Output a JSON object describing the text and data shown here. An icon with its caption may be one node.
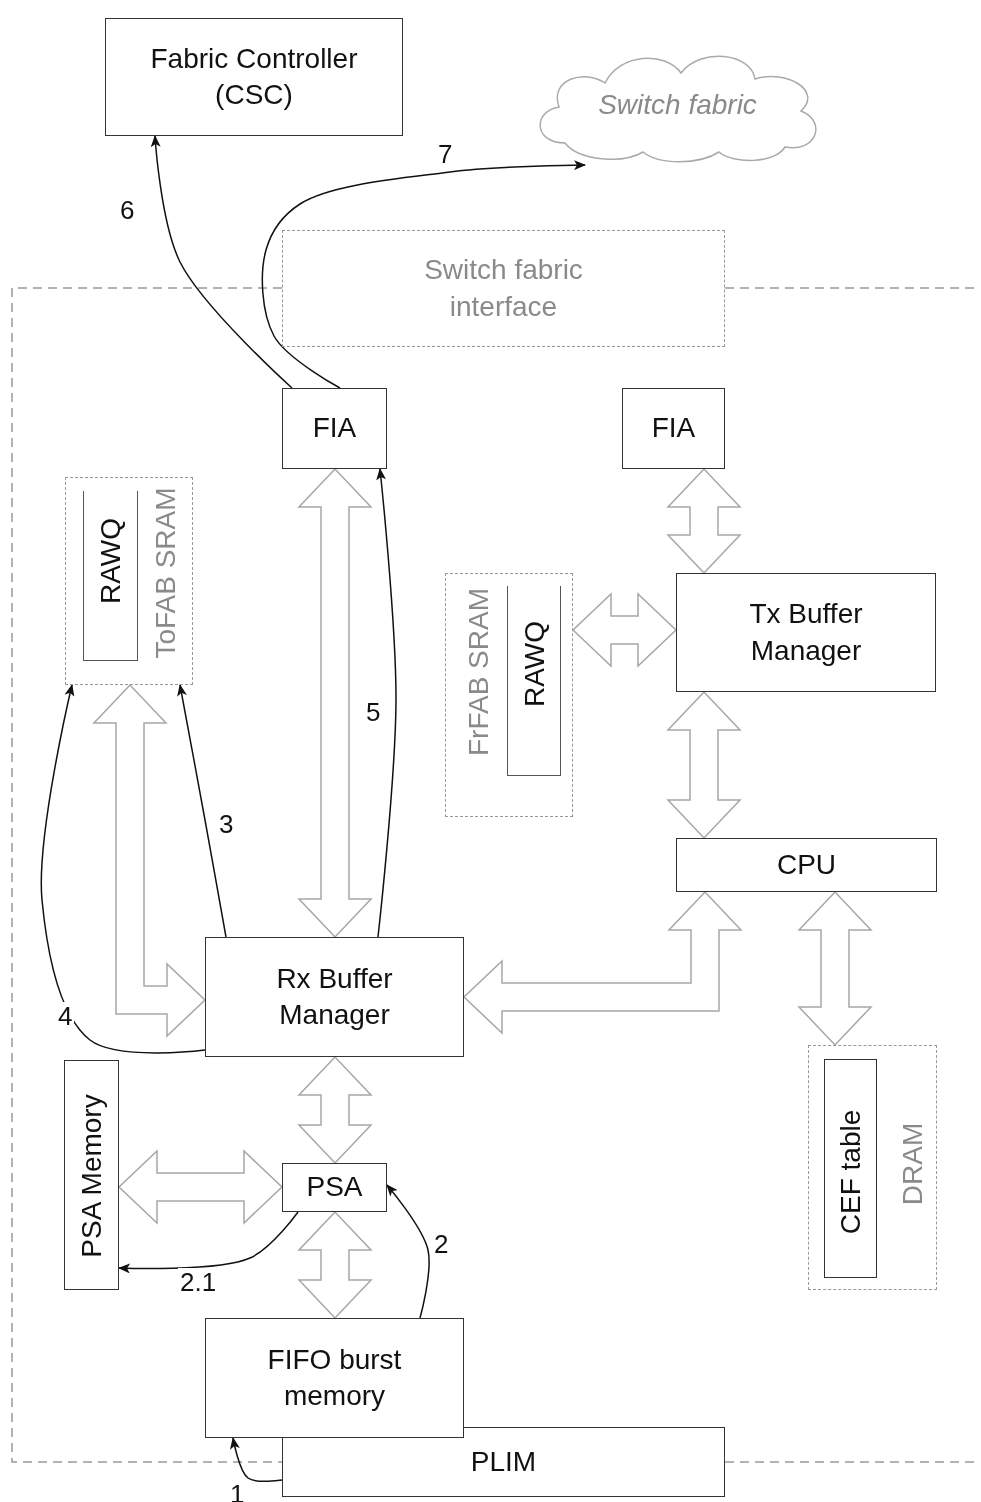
{
  "diagram": {
    "nodes": [
      {
        "text": [
          "Fabric Controller (CSC)"
        ]
      },
      {
        "text": [
          "Switch fabric"
        ]
      },
      {
        "text": [
          "Switch fabric interface"
        ]
      },
      {
        "text": [
          "FIA"
        ]
      },
      {
        "text": [
          "FIA"
        ]
      },
      {
        "text": [
          "ToFAB SRAM"
        ]
      },
      {
        "text": [
          "RAWQ"
        ],
        "in": 5
      },
      {
        "text": [
          "FrFAB SRAM"
        ]
      },
      {
        "text": [
          "RAWQ"
        ],
        "in": 7
      },
      {
        "text": [
          "Tx Buffer Manager"
        ]
      },
      {
        "text": [
          "CPU"
        ]
      },
      {
        "text": [
          "Rx Buffer Manager"
        ]
      },
      {
        "text": [
          "DRAM"
        ]
      },
      {
        "text": [
          "CEF table"
        ],
        "in": 12
      },
      {
        "text": [
          "PSA Memory"
        ]
      },
      {
        "text": [
          "PSA"
        ]
      },
      {
        "text": [
          "FIFO burst memory"
        ]
      },
      {
        "text": [
          "PLIM"
        ]
      }
    ],
    "edges": [
      {
        "from": 3,
        "to": 11,
        "arrow": "both",
        "style": "thick",
        "color": "#a6a6a6"
      },
      {
        "from": 4,
        "to": 9,
        "arrow": "both",
        "style": "thick",
        "color": "#a6a6a6"
      },
      {
        "from": 7,
        "to": 9,
        "arrow": "both",
        "style": "thick",
        "color": "#a6a6a6"
      },
      {
        "from": 9,
        "to": 10,
        "arrow": "both",
        "style": "thick",
        "color": "#a6a6a6"
      },
      {
        "from": 10,
        "to": 11,
        "arrow": "both",
        "style": "thick",
        "color": "#a6a6a6"
      },
      {
        "from": 10,
        "to": 12,
        "arrow": "both",
        "style": "thick",
        "color": "#a6a6a6"
      },
      {
        "from": 5,
        "to": 11,
        "arrow": "both",
        "style": "thick",
        "color": "#a6a6a6"
      },
      {
        "from": 11,
        "to": 15,
        "arrow": "both",
        "style": "thick",
        "color": "#a6a6a6"
      },
      {
        "from": 14,
        "to": 15,
        "arrow": "both",
        "style": "thick",
        "color": "#a6a6a6"
      },
      {
        "from": 15,
        "to": 16,
        "arrow": "both",
        "style": "thick",
        "color": "#a6a6a6"
      },
      {
        "from": 17,
        "to": 16,
        "arrow": "to",
        "label": "1"
      },
      {
        "from": 16,
        "to": 15,
        "arrow": "to",
        "label": "2"
      },
      {
        "from": 15,
        "to": 14,
        "arrow": "to",
        "label": "2.1"
      },
      {
        "from": 11,
        "to": 5,
        "arrow": "to",
        "label": "3"
      },
      {
        "from": 11,
        "to": 5,
        "arrow": "to",
        "label": "4"
      },
      {
        "from": 11,
        "to": 3,
        "arrow": "to",
        "label": "5"
      },
      {
        "from": 3,
        "to": 0,
        "arrow": "to",
        "label": "6"
      },
      {
        "from": 3,
        "to": 1,
        "arrow": "to",
        "label": "7"
      }
    ]
  }
}
